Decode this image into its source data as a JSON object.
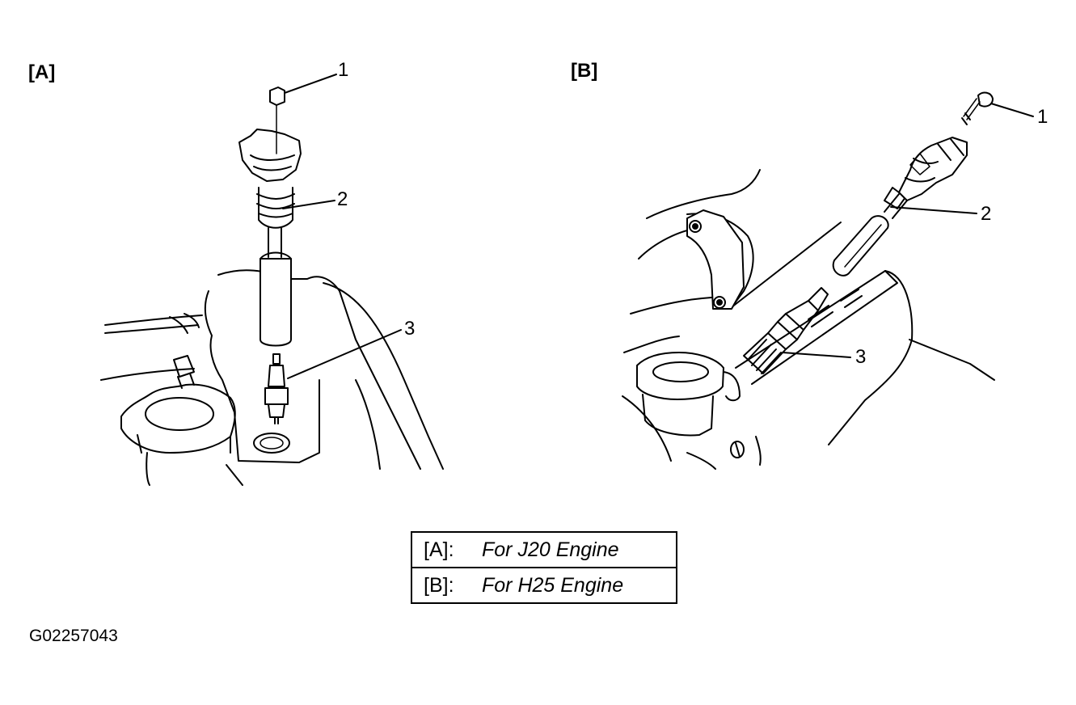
{
  "panels": {
    "a": {
      "label": "[A]",
      "callouts": [
        "1",
        "2",
        "3"
      ]
    },
    "b": {
      "label": "[B]",
      "callouts": [
        "1",
        "2",
        "3"
      ]
    }
  },
  "legend": [
    {
      "key": "[A]:",
      "text": "For J20 Engine"
    },
    {
      "key": "[B]:",
      "text": "For H25 Engine"
    }
  ],
  "figure_id": "G02257043"
}
